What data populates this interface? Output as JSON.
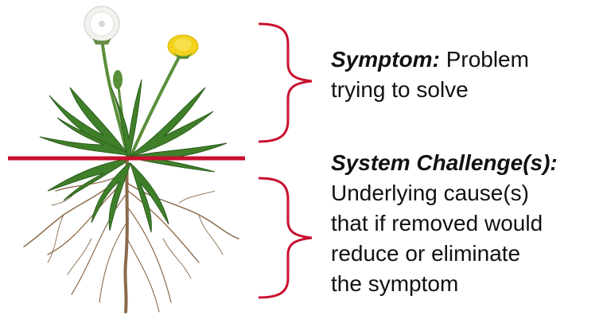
{
  "symptom": {
    "heading": "Symptom:",
    "text_line1": "Problem",
    "text_line2": "trying to solve"
  },
  "challenge": {
    "heading": "System Challenge(s):",
    "lines": [
      "Underlying cause(s)",
      "that if removed would",
      "reduce or eliminate",
      "the symptom"
    ]
  },
  "colors": {
    "accent_red": "#c8102e",
    "leaf_green": "#3f7f2a",
    "root_brown": "#8a6a4a",
    "flower_yellow": "#f2d21b"
  },
  "icons": {
    "plant": "dandelion-illustration",
    "divider": "ground-line"
  }
}
